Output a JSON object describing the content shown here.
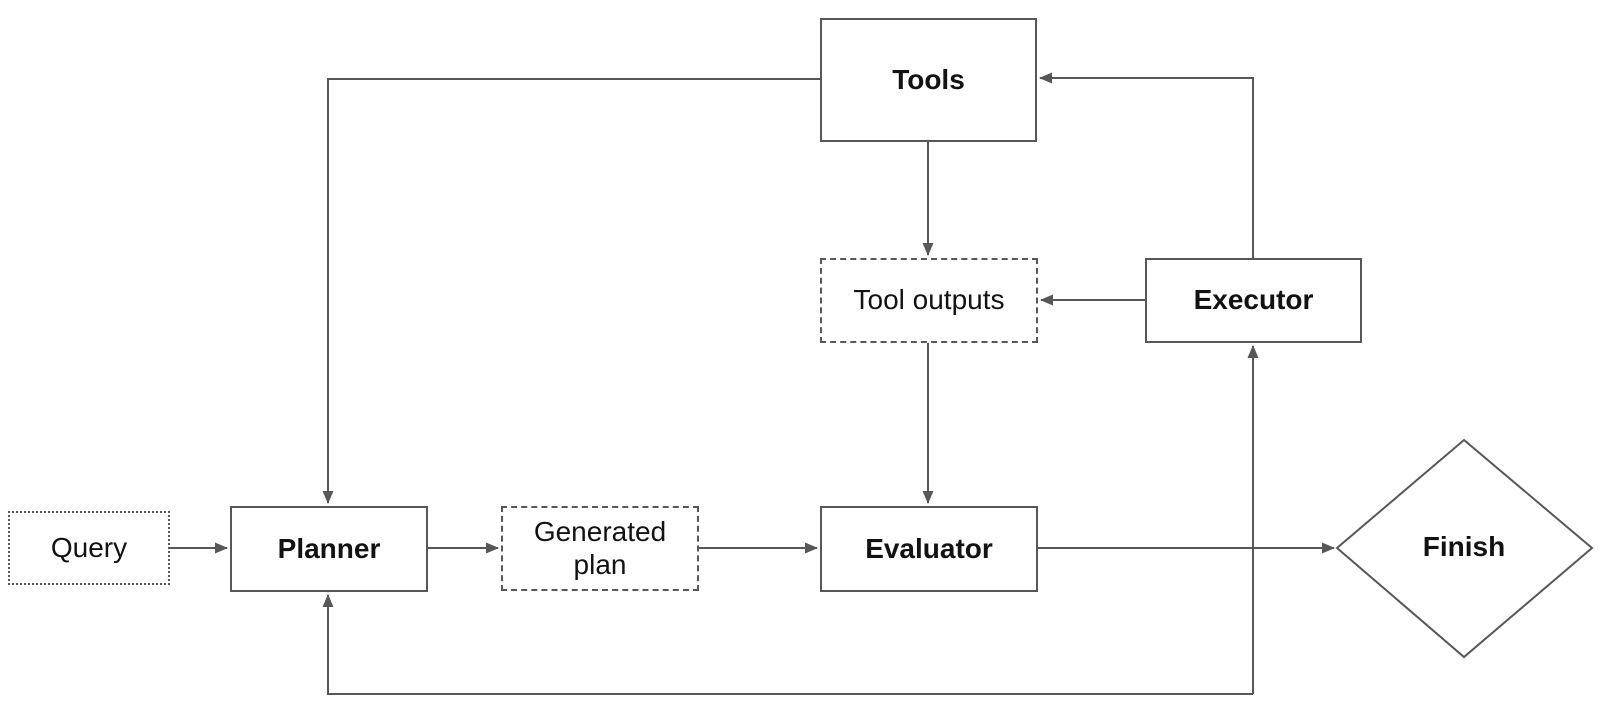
{
  "diagram": {
    "nodes": [
      {
        "id": "query",
        "label": "Query",
        "shape": "rectangle",
        "border": "dotted",
        "weight": "normal"
      },
      {
        "id": "planner",
        "label": "Planner",
        "shape": "rectangle",
        "border": "solid",
        "weight": "bold"
      },
      {
        "id": "generated-plan",
        "label": "Generated plan",
        "shape": "rectangle",
        "border": "dashed",
        "weight": "normal"
      },
      {
        "id": "tools",
        "label": "Tools",
        "shape": "rectangle",
        "border": "solid",
        "weight": "bold"
      },
      {
        "id": "tool-outputs",
        "label": "Tool outputs",
        "shape": "rectangle",
        "border": "dashed",
        "weight": "normal"
      },
      {
        "id": "executor",
        "label": "Executor",
        "shape": "rectangle",
        "border": "solid",
        "weight": "bold"
      },
      {
        "id": "evaluator",
        "label": "Evaluator",
        "shape": "rectangle",
        "border": "solid",
        "weight": "bold"
      },
      {
        "id": "finish",
        "label": "Finish",
        "shape": "diamond",
        "border": "solid",
        "weight": "bold"
      }
    ],
    "edges": [
      {
        "from": "query",
        "to": "planner"
      },
      {
        "from": "planner",
        "to": "generated-plan"
      },
      {
        "from": "generated-plan",
        "to": "evaluator"
      },
      {
        "from": "evaluator",
        "to": "finish"
      },
      {
        "from": "tools",
        "to": "planner"
      },
      {
        "from": "tools",
        "to": "tool-outputs"
      },
      {
        "from": "tool-outputs",
        "to": "evaluator"
      },
      {
        "from": "executor",
        "to": "tool-outputs"
      },
      {
        "from": "executor",
        "to": "tools"
      },
      {
        "from": "evaluator",
        "to": "executor"
      },
      {
        "from": "evaluator",
        "to": "planner"
      }
    ],
    "colors": {
      "line": "#575757",
      "border": "#575757",
      "text": "#121212",
      "background": "#ffffff"
    }
  }
}
